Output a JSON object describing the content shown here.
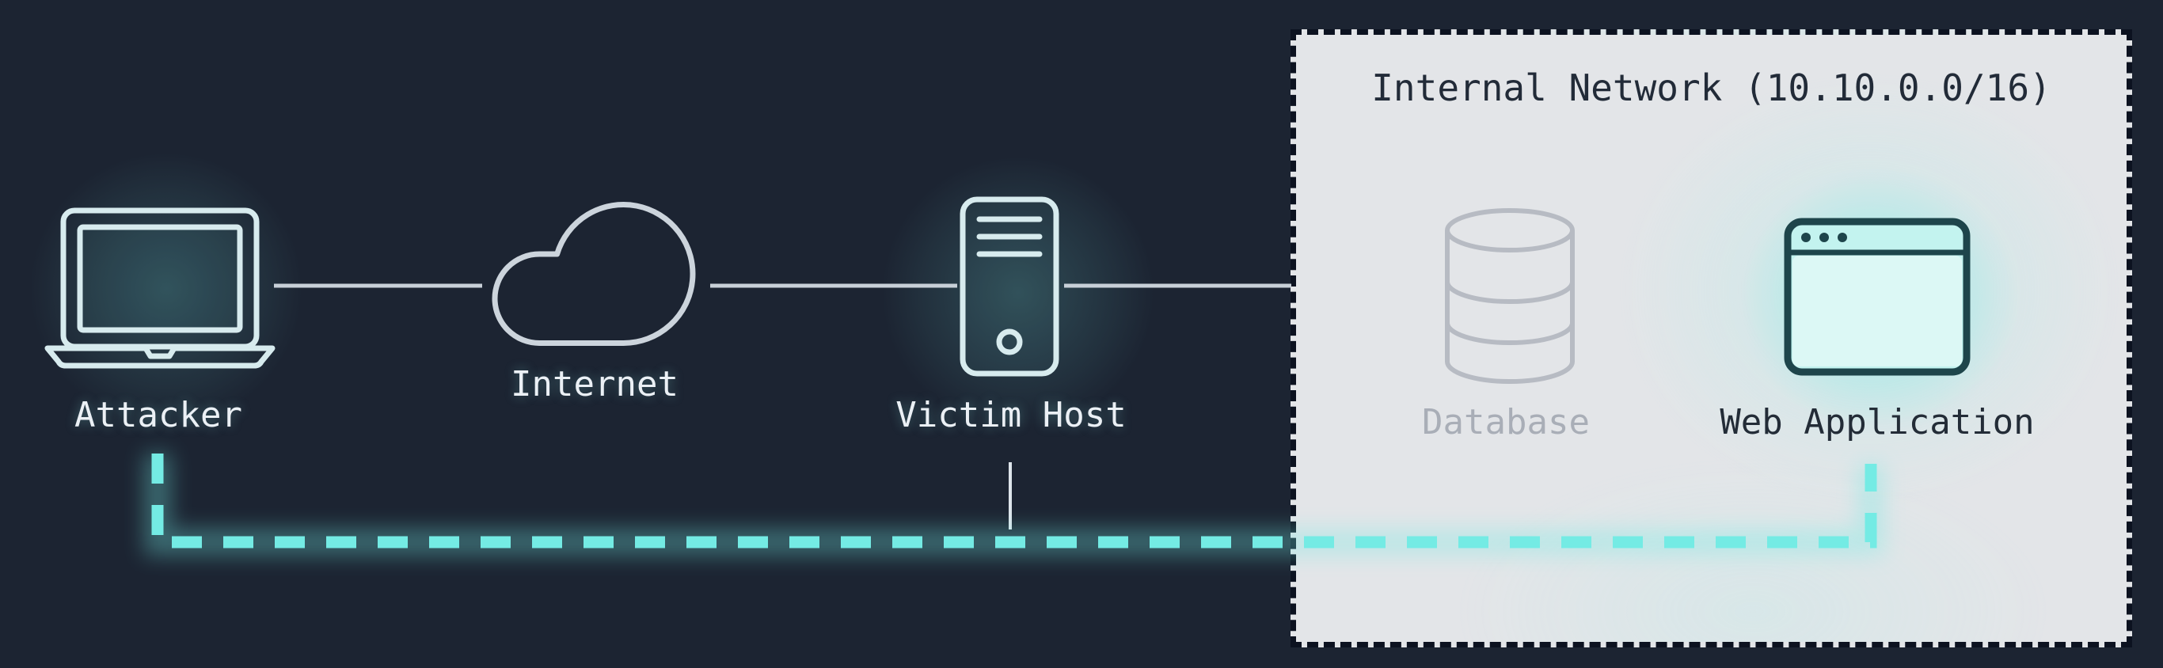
{
  "diagram": {
    "internal_network": {
      "title": "Internal Network (10.10.0.0/16)",
      "cidr": "10.10.0.0/16"
    },
    "nodes": {
      "attacker": {
        "label": "Attacker",
        "icon": "laptop-icon",
        "zone": "external",
        "state": "highlighted"
      },
      "internet": {
        "label": "Internet",
        "icon": "cloud-icon",
        "zone": "external",
        "state": "normal"
      },
      "victim_host": {
        "label": "Victim Host",
        "icon": "server-icon",
        "zone": "external",
        "state": "highlighted"
      },
      "database": {
        "label": "Database",
        "icon": "database-icon",
        "zone": "internal",
        "state": "inactive"
      },
      "web_application": {
        "label": "Web Application",
        "icon": "browser-window-icon",
        "zone": "internal",
        "state": "highlighted"
      }
    },
    "connections": [
      {
        "from": "Attacker",
        "to": "Internet",
        "style": "solid"
      },
      {
        "from": "Internet",
        "to": "Victim Host",
        "style": "solid"
      },
      {
        "from": "Victim Host",
        "to": "Internal Network",
        "style": "solid"
      }
    ],
    "attack_path": {
      "from": "Attacker",
      "via": "Victim Host",
      "to": "Web Application",
      "style": "dashed",
      "color": "#74ebe4"
    },
    "colors": {
      "background": "#1c2432",
      "accent_cyan": "#74ebe4",
      "connector_gray": "#c8d0d8",
      "panel_background": "#e3e5e8",
      "panel_border": "#0c1220",
      "inactive_gray": "#b7bbc3",
      "webapp_fill": "#c3f3ef",
      "webapp_stroke": "#1e454b"
    }
  }
}
